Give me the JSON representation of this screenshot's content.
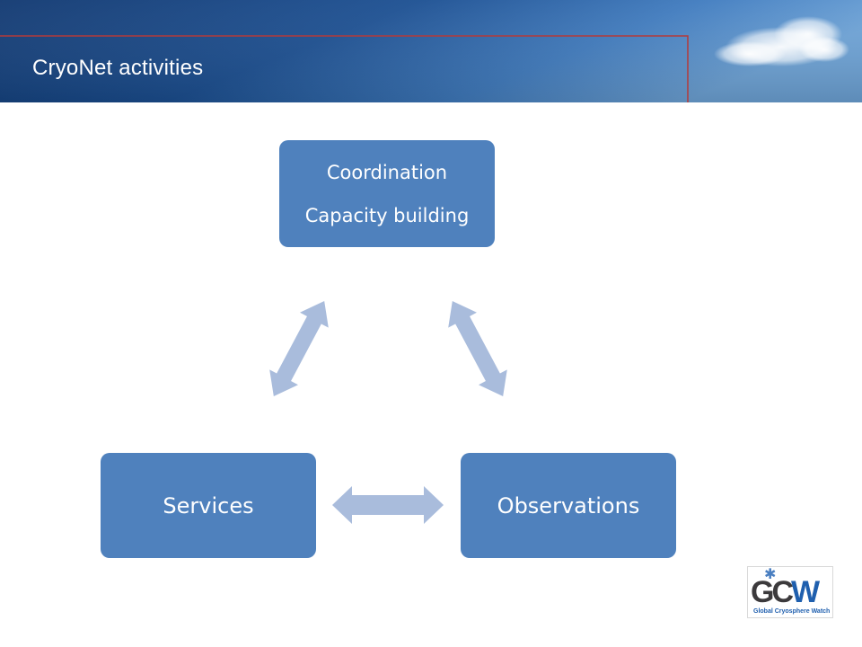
{
  "header": {
    "title": "CryoNet activities"
  },
  "diagram": {
    "type": "cycle",
    "nodes": {
      "top": {
        "lines": [
          "Coordination",
          "Capacity building"
        ]
      },
      "left": {
        "label": "Services"
      },
      "right": {
        "label": "Observations"
      }
    },
    "connections": [
      {
        "from": "top",
        "to": "left",
        "style": "double-headed-arrow"
      },
      {
        "from": "top",
        "to": "right",
        "style": "double-headed-arrow"
      },
      {
        "from": "left",
        "to": "right",
        "style": "double-headed-arrow"
      }
    ]
  },
  "logo": {
    "letters": [
      "G",
      "C",
      "W"
    ],
    "caption": "Global Cryosphere Watch"
  },
  "colors": {
    "node_fill": "#4f81bd",
    "arrow_fill": "#a9bcdc",
    "header_dark": "#143f7a",
    "header_accent_line": "#b33a3a",
    "text_on_node": "#ffffff"
  }
}
